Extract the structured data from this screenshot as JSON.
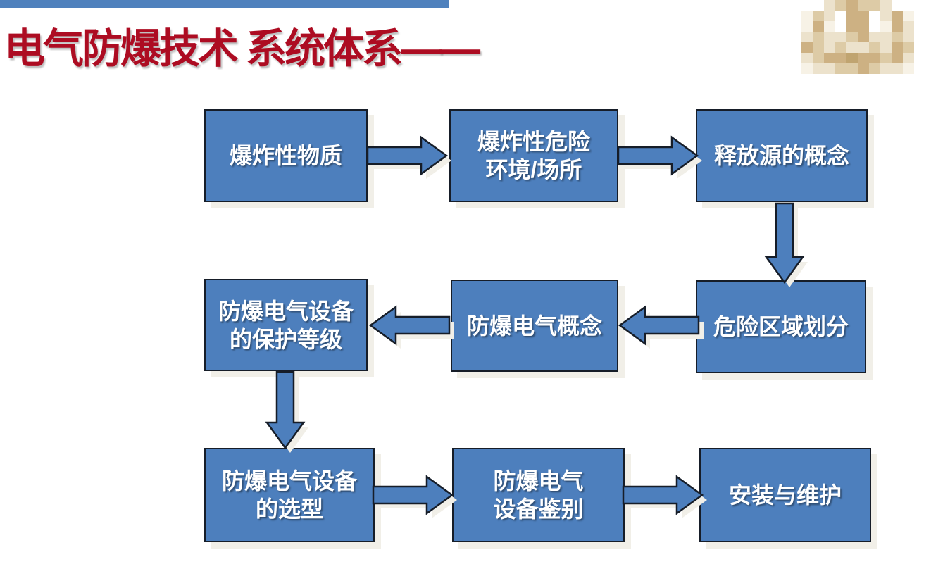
{
  "slide": {
    "title": "电气防爆技术 系统体系——"
  },
  "colors": {
    "accent_bar": "#4f81bd",
    "title_red": "#ad0c22",
    "box_fill": "#4d7fbd",
    "box_border": "#161d28",
    "box_text": "#ffffff",
    "shadow": "#f1efe8",
    "background": "#ffffff"
  },
  "logo": {
    "description": "pixelated-emblem-logo",
    "palette": [
      "#ffffff",
      "#f7f2e6",
      "#ece2cc",
      "#ddcba6",
      "#cdb183",
      "#c0a470"
    ],
    "grid": [
      [
        0,
        0,
        2,
        3,
        4,
        3,
        3,
        2,
        0,
        0
      ],
      [
        1,
        3,
        2,
        0,
        4,
        4,
        0,
        2,
        4,
        1
      ],
      [
        1,
        4,
        1,
        0,
        4,
        4,
        0,
        1,
        4,
        2
      ],
      [
        2,
        3,
        2,
        2,
        3,
        4,
        2,
        2,
        3,
        2
      ],
      [
        4,
        3,
        2,
        3,
        2,
        2,
        3,
        2,
        4,
        3
      ],
      [
        2,
        3,
        4,
        4,
        5,
        4,
        4,
        3,
        4,
        2
      ],
      [
        1,
        2,
        2,
        3,
        3,
        4,
        3,
        2,
        2,
        1
      ]
    ]
  },
  "flowchart": {
    "nodes": [
      {
        "id": "explosive-substances",
        "label": "爆炸性物质"
      },
      {
        "id": "hazardous-environment",
        "label": "爆炸性危险\n环境/场所"
      },
      {
        "id": "release-source-concept",
        "label": "释放源的概念"
      },
      {
        "id": "hazardous-area-division",
        "label": "危险区域划分"
      },
      {
        "id": "exproof-electric-concept",
        "label": "防爆电气概念"
      },
      {
        "id": "equipment-protection-level",
        "label": "防爆电气设备\n的保护等级"
      },
      {
        "id": "equipment-selection",
        "label": "防爆电气设备\n的选型"
      },
      {
        "id": "equipment-identification",
        "label": "防爆电气\n设备鉴别"
      },
      {
        "id": "installation-maintenance",
        "label": "安装与维护"
      }
    ],
    "connections": [
      {
        "from": "爆炸性物质",
        "to": "爆炸性危险环境/场所",
        "direction": "right"
      },
      {
        "from": "爆炸性危险环境/场所",
        "to": "释放源的概念",
        "direction": "right"
      },
      {
        "from": "释放源的概念",
        "to": "危险区域划分",
        "direction": "down"
      },
      {
        "from": "危险区域划分",
        "to": "防爆电气概念",
        "direction": "left"
      },
      {
        "from": "防爆电气概念",
        "to": "防爆电气设备的保护等级",
        "direction": "left"
      },
      {
        "from": "防爆电气设备的保护等级",
        "to": "防爆电气设备的选型",
        "direction": "down"
      },
      {
        "from": "防爆电气设备的选型",
        "to": "防爆电气设备鉴别",
        "direction": "right"
      },
      {
        "from": "防爆电气设备鉴别",
        "to": "安装与维护",
        "direction": "right"
      }
    ]
  }
}
